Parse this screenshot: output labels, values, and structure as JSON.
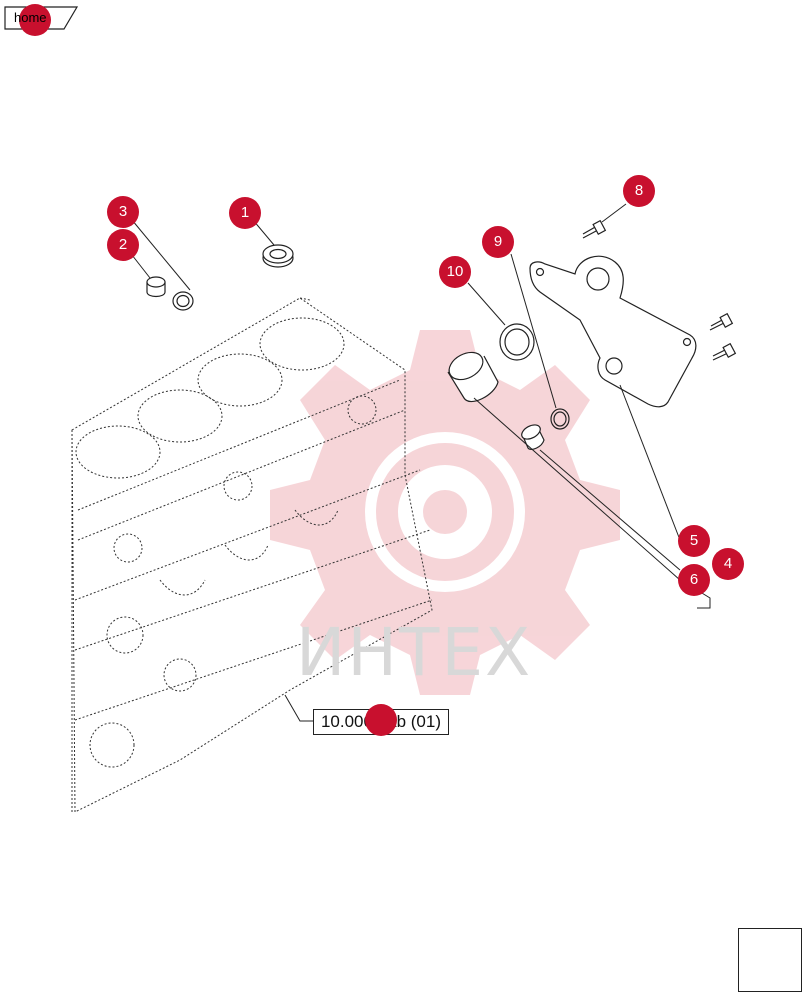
{
  "nav": {
    "home_label": "home"
  },
  "reference": {
    "label": "10.0001.ab (01)",
    "callout_label": ""
  },
  "callouts": [
    {
      "id": "1",
      "label": "1"
    },
    {
      "id": "2",
      "label": "2"
    },
    {
      "id": "3",
      "label": "3"
    },
    {
      "id": "4",
      "label": "4"
    },
    {
      "id": "5",
      "label": "5"
    },
    {
      "id": "6",
      "label": "6"
    },
    {
      "id": "8",
      "label": "8"
    },
    {
      "id": "9",
      "label": "9"
    },
    {
      "id": "10",
      "label": "10"
    }
  ],
  "watermark": {
    "text": "ИНТЕХ"
  },
  "colors": {
    "callout": "#c8102e",
    "watermark_gear": "#f4c7cc",
    "line": "#222222"
  },
  "icons": {
    "next_page": "arrow-next-icon",
    "engine": "engine-block-icon"
  }
}
